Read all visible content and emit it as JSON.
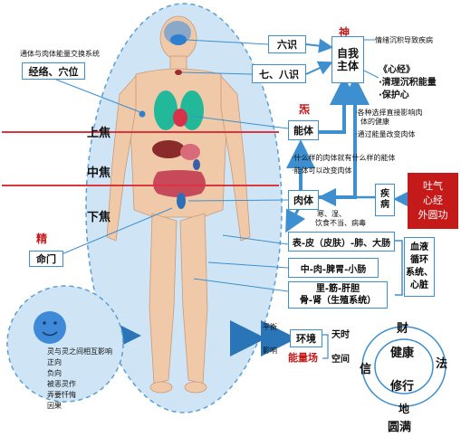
{
  "meridian_note": "通体与肉体能量交换系统",
  "meridian_box": "经络、穴位",
  "jiao": {
    "upper": "上焦",
    "middle": "中焦",
    "lower": "下焦"
  },
  "jing_label": "精",
  "mingmen": "命门",
  "shen_label": "神",
  "liushi": "六识",
  "qiba": "七、八识",
  "ziwo": "自我主体",
  "emotion_note": "情绪沉积导致疾病",
  "xinjing": [
    "《心经》",
    "·清理沉积能量",
    "·保护心"
  ],
  "qi_label": "炁",
  "nengti": "能体",
  "nengti_notes": [
    "·各种选择直接影响肉体的健康",
    "·通过能量改变肉体"
  ],
  "mid_notes": [
    "·什么样的肉体就有什么样的能体",
    "·能体可以改变肉体"
  ],
  "routi": "肉体",
  "jibing": "疾病",
  "gong": [
    "吐气",
    "心经",
    "外圆功"
  ],
  "causes": [
    "寒、湿、",
    "饮食不当、病毒"
  ],
  "layer_surface": "表-皮（皮肤）-肺、大肠",
  "layer_middle": "中-肉-脾胃-小肠",
  "layer_inner": [
    "里-筋-肝胆",
    "骨-肾（生殖系统）"
  ],
  "blood": [
    "血液",
    "循环",
    "系统、",
    "心脏"
  ],
  "spirit_text": [
    "灵与灵之间相互影响",
    "正向",
    "负向",
    "被恶灵作",
    "弄要忏悔",
    "因果"
  ],
  "balance": [
    "平衡",
    "影响"
  ],
  "huanjing": "环境",
  "nengliangchang": "能量场",
  "tianshi": "天时",
  "kongjian": "空间",
  "ring": {
    "top": "财",
    "left": "信",
    "right": "法",
    "bottom": "地",
    "center_top": "健康",
    "center_bottom": "修行",
    "below": "圆满"
  },
  "colors": {
    "accent_blue": "#3d8fd0",
    "red": "#c41a1a",
    "ellipse_fill": "#cfe5f6",
    "skin": "#f0c9a8",
    "face": "#3f8ad8"
  }
}
